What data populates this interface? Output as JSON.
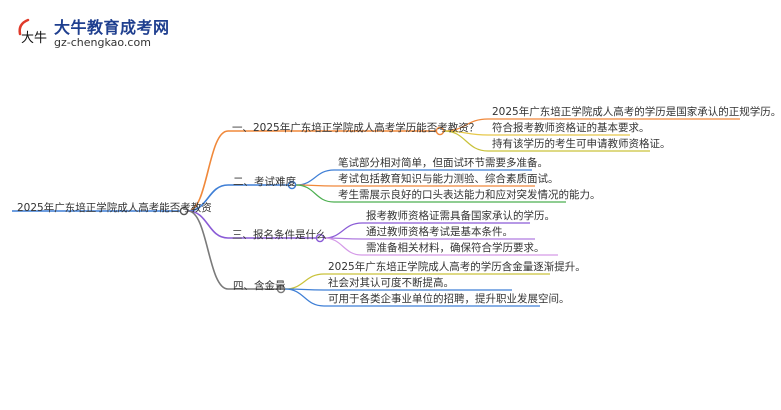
{
  "logo": {
    "mark_text": "大牛",
    "title": "大牛教育成考网",
    "url": "gz-chengkao.com"
  },
  "mindmap": {
    "root": "2025年广东培正学院成人高考能否考教资",
    "branches": [
      {
        "label": "一、2025年广东培正学院成人高考学历能否考教资？",
        "color": "#f0883a",
        "leaves": [
          {
            "text": "2025年广东培正学院成人高考的学历是国家承认的正规学历。",
            "color": "#f0883a"
          },
          {
            "text": "符合报考教师资格证的基本要求。",
            "color": "#e6c84a"
          },
          {
            "text": "持有该学历的考生可申请教师资格证。",
            "color": "#c9c23a"
          }
        ]
      },
      {
        "label": "二、考试难度",
        "color": "#3f7fd6",
        "leaves": [
          {
            "text": "笔试部分相对简单，但面试环节需要多准备。",
            "color": "#3f7fd6"
          },
          {
            "text": "考试包括教育知识与能力测验、综合素质面试。",
            "color": "#f0883a"
          },
          {
            "text": "考生需展示良好的口头表达能力和应对突发情况的能力。",
            "color": "#4caf50"
          }
        ]
      },
      {
        "label": "三、报名条件是什么",
        "color": "#8a5bd6",
        "leaves": [
          {
            "text": "报考教师资格证需具备国家承认的学历。",
            "color": "#8a5bd6"
          },
          {
            "text": "通过教师资格考试是基本条件。",
            "color": "#b07ce0"
          },
          {
            "text": "需准备相关材料，确保符合学历要求。",
            "color": "#d59ae8"
          }
        ]
      },
      {
        "label": "四、含金量",
        "color": "#7a7a7a",
        "leaves": [
          {
            "text": "2025年广东培正学院成人高考的学历含金量逐渐提升。",
            "color": "#c9c23a"
          },
          {
            "text": "社会对其认可度不断提高。",
            "color": "#3f7fd6"
          },
          {
            "text": "可用于各类企事业单位的招聘，提升职业发展空间。",
            "color": "#3f7fd6"
          }
        ]
      }
    ]
  }
}
